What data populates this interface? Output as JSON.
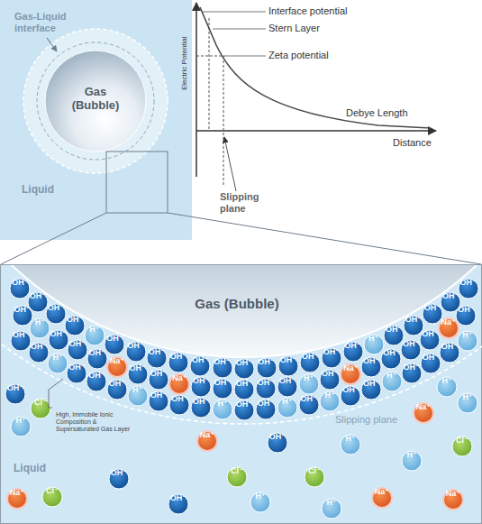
{
  "diagram": {
    "nodes": [
      {
        "text": [
          "Gas-Liquid interface",
          "Liquid"
        ]
      },
      {
        "text": [
          "Gas (Bubble)"
        ],
        "in": 0
      },
      {
        "text": [
          "Liquid"
        ]
      },
      {
        "text": [
          "Gas (Bubble)"
        ],
        "in": 2
      },
      {
        "text": [
          "OH⁻"
        ],
        "in": 2
      },
      {
        "text": [
          "OH⁻"
        ],
        "in": 2
      },
      {
        "text": [
          "OH⁻"
        ],
        "in": 2
      },
      {
        "text": [
          "OH⁻"
        ],
        "in": 2
      },
      {
        "text": [
          "H⁺"
        ],
        "in": 2
      },
      {
        "text": [
          "OH⁻"
        ],
        "in": 2
      },
      {
        "text": [
          "OH⁻"
        ],
        "in": 2
      },
      {
        "text": [
          "OH⁻"
        ],
        "in": 2
      },
      {
        "text": [
          "OH⁻"
        ],
        "in": 2
      },
      {
        "text": [
          "OH⁻"
        ],
        "in": 2
      },
      {
        "text": [
          "OH⁻"
        ],
        "in": 2
      },
      {
        "text": [
          "OH⁻"
        ],
        "in": 2
      },
      {
        "text": [
          "OH⁻"
        ],
        "in": 2
      },
      {
        "text": [
          "OH⁻"
        ],
        "in": 2
      },
      {
        "text": [
          "OH⁻"
        ],
        "in": 2
      },
      {
        "text": [
          "OH⁻"
        ],
        "in": 2
      },
      {
        "text": [
          "OH⁻"
        ],
        "in": 2
      },
      {
        "text": [
          "H⁺"
        ],
        "in": 2
      },
      {
        "text": [
          "OH⁻"
        ],
        "in": 2
      },
      {
        "text": [
          "OH⁻"
        ],
        "in": 2
      },
      {
        "text": [
          "OH⁻"
        ],
        "in": 2
      },
      {
        "text": [
          "OH⁻"
        ],
        "in": 2
      },
      {
        "text": [
          "OH⁻"
        ],
        "in": 2
      },
      {
        "text": [
          "OH⁻"
        ],
        "in": 2
      },
      {
        "text": [
          "H⁺"
        ],
        "in": 2
      },
      {
        "text": [
          "OH⁻"
        ],
        "in": 2
      },
      {
        "text": [
          "OH⁻"
        ],
        "in": 2
      },
      {
        "text": [
          "OH⁻"
        ],
        "in": 2
      },
      {
        "text": [
          "Na⁺"
        ],
        "in": 2
      },
      {
        "text": [
          "OH⁻"
        ],
        "in": 2
      },
      {
        "text": [
          "OH⁻"
        ],
        "in": 2
      },
      {
        "text": [
          "Na⁺"
        ],
        "in": 2
      },
      {
        "text": [
          "OH⁻"
        ],
        "in": 2
      },
      {
        "text": [
          "OH⁻"
        ],
        "in": 2
      },
      {
        "text": [
          "OH⁻"
        ],
        "in": 2
      },
      {
        "text": [
          "OH⁻"
        ],
        "in": 2
      },
      {
        "text": [
          "OH⁻"
        ],
        "in": 2
      },
      {
        "text": [
          "H⁺"
        ],
        "in": 2
      },
      {
        "text": [
          "OH⁻"
        ],
        "in": 2
      },
      {
        "text": [
          "Na⁺"
        ],
        "in": 2
      },
      {
        "text": [
          "OH⁻"
        ],
        "in": 2
      },
      {
        "text": [
          "OH⁻"
        ],
        "in": 2
      },
      {
        "text": [
          "OH⁻"
        ],
        "in": 2
      },
      {
        "text": [
          "OH⁻"
        ],
        "in": 2
      },
      {
        "text": [
          "Na⁺"
        ],
        "in": 2
      },
      {
        "text": [
          "OH⁻"
        ],
        "in": 2
      },
      {
        "text": [
          "OH⁻"
        ],
        "in": 2
      },
      {
        "text": [
          "OH⁻"
        ],
        "in": 2
      },
      {
        "text": [
          "H⁺"
        ],
        "in": 2
      },
      {
        "text": [
          "OH⁻"
        ],
        "in": 2
      },
      {
        "text": [
          "OH⁻"
        ],
        "in": 2
      },
      {
        "text": [
          "OH⁻"
        ],
        "in": 2
      },
      {
        "text": [
          "H⁺"
        ],
        "in": 2
      },
      {
        "text": [
          "OH⁻"
        ],
        "in": 2
      },
      {
        "text": [
          "OH⁻"
        ],
        "in": 2
      },
      {
        "text": [
          "OH⁻"
        ],
        "in": 2
      },
      {
        "text": [
          "H⁺"
        ],
        "in": 2
      },
      {
        "text": [
          "OH⁻"
        ],
        "in": 2
      },
      {
        "text": [
          "OH⁻"
        ],
        "in": 2
      },
      {
        "text": [
          "H⁺"
        ],
        "in": 2
      },
      {
        "text": [
          "OH⁻"
        ],
        "in": 2
      },
      {
        "text": [
          "H⁺"
        ],
        "in": 2
      },
      {
        "text": [
          "OH⁻"
        ],
        "in": 2
      },
      {
        "text": [
          "OH⁻"
        ],
        "in": 2
      },
      {
        "text": [
          "H⁺"
        ],
        "in": 2
      },
      {
        "text": [
          "OH⁻"
        ],
        "in": 2
      },
      {
        "text": [
          "OH⁻"
        ],
        "in": 2
      },
      {
        "text": [
          "OH⁻"
        ],
        "in": 2
      },
      {
        "text": [
          "H⁺"
        ],
        "in": 2
      },
      {
        "text": [
          "OH⁻"
        ],
        "in": 2
      },
      {
        "text": [
          "Cl⁻"
        ],
        "in": 2
      },
      {
        "text": [
          "H⁺"
        ],
        "in": 2
      },
      {
        "text": [
          "Na⁺"
        ],
        "in": 2
      },
      {
        "text": [
          "OH⁻"
        ],
        "in": 2
      },
      {
        "text": [
          "H⁺"
        ],
        "in": 2
      },
      {
        "text": [
          "Na⁺"
        ],
        "in": 2
      },
      {
        "text": [
          "H⁺"
        ],
        "in": 2
      },
      {
        "text": [
          "H⁺"
        ],
        "in": 2
      },
      {
        "text": [
          "Cl⁻"
        ],
        "in": 2
      },
      {
        "text": [
          "H⁺"
        ],
        "in": 2
      },
      {
        "text": [
          "OH⁻"
        ],
        "in": 2
      },
      {
        "text": [
          "Cl⁻"
        ],
        "in": 2
      },
      {
        "text": [
          "Cl⁻"
        ],
        "in": 2
      },
      {
        "text": [
          "Na⁺"
        ],
        "in": 2
      },
      {
        "text": [
          "Cl⁻"
        ],
        "in": 2
      },
      {
        "text": [
          "OH⁻"
        ],
        "in": 2
      },
      {
        "text": [
          "H⁺"
        ],
        "in": 2
      },
      {
        "text": [
          "H⁺"
        ],
        "in": 2
      },
      {
        "text": [
          "Na⁺"
        ],
        "in": 2
      },
      {
        "text": [
          "Na⁺"
        ],
        "in": 2
      }
    ],
    "labels": [
      "Interface potential",
      "Stern Layer",
      "Zeta potential",
      "Electric Potential",
      "Debye Length",
      "Distance",
      "Slipping plane",
      "High, Immobile Ionic Composition & Supersaturated Gas Layer",
      "Slipping plane"
    ]
  }
}
